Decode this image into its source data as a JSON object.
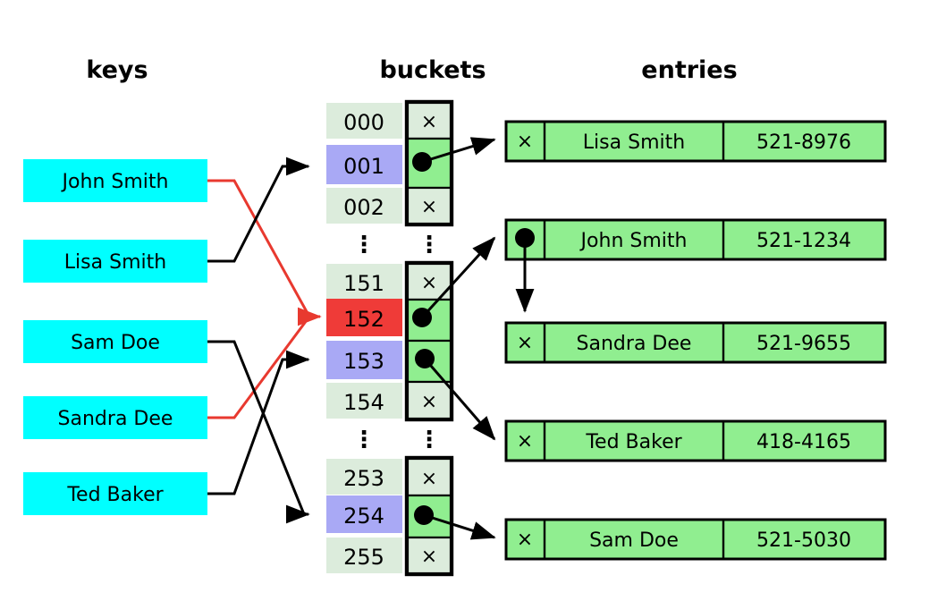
{
  "diagram": {
    "title_keys": "keys",
    "title_buckets": "buckets",
    "title_entries": "entries",
    "nil_symbol": "×",
    "ellipsis_symbol": "⋮",
    "colors": {
      "key_fill": "#00ffff",
      "bucket_index_fill": "#dcecdc",
      "bucket_index_highlight_blue": "#a9a9f5",
      "bucket_index_highlight_red": "#ef3b38",
      "pointer_empty_fill": "#dcecdc",
      "pointer_full_fill": "#90ee90",
      "entry_fill": "#90ee90",
      "arrow_black": "#000000",
      "arrow_red": "#e8392f",
      "background": "#ffffff"
    }
  },
  "keys": [
    {
      "label": "John Smith",
      "hash": "152",
      "link_color": "red"
    },
    {
      "label": "Lisa Smith",
      "hash": "001",
      "link_color": "black"
    },
    {
      "label": "Sam Doe",
      "hash": "254",
      "link_color": "black"
    },
    {
      "label": "Sandra Dee",
      "hash": "152",
      "link_color": "red"
    },
    {
      "label": "Ted Baker",
      "hash": "153",
      "link_color": "black"
    }
  ],
  "buckets": [
    {
      "index": "000",
      "state": "empty",
      "highlight": "none"
    },
    {
      "index": "001",
      "state": "filled",
      "highlight": "blue"
    },
    {
      "index": "002",
      "state": "empty",
      "highlight": "none"
    },
    {
      "index": "151",
      "state": "empty",
      "highlight": "none"
    },
    {
      "index": "152",
      "state": "filled",
      "highlight": "red"
    },
    {
      "index": "153",
      "state": "filled",
      "highlight": "blue"
    },
    {
      "index": "154",
      "state": "empty",
      "highlight": "none"
    },
    {
      "index": "253",
      "state": "empty",
      "highlight": "none"
    },
    {
      "index": "254",
      "state": "filled",
      "highlight": "blue"
    },
    {
      "index": "255",
      "state": "empty",
      "highlight": "none"
    }
  ],
  "entries": [
    {
      "next": "nil",
      "name": "Lisa Smith",
      "phone": "521-8976"
    },
    {
      "next": "pointer",
      "name": "John Smith",
      "phone": "521-1234"
    },
    {
      "next": "nil",
      "name": "Sandra Dee",
      "phone": "521-9655"
    },
    {
      "next": "nil",
      "name": "Ted Baker",
      "phone": "418-4165"
    },
    {
      "next": "nil",
      "name": "Sam Doe",
      "phone": "521-5030"
    }
  ]
}
